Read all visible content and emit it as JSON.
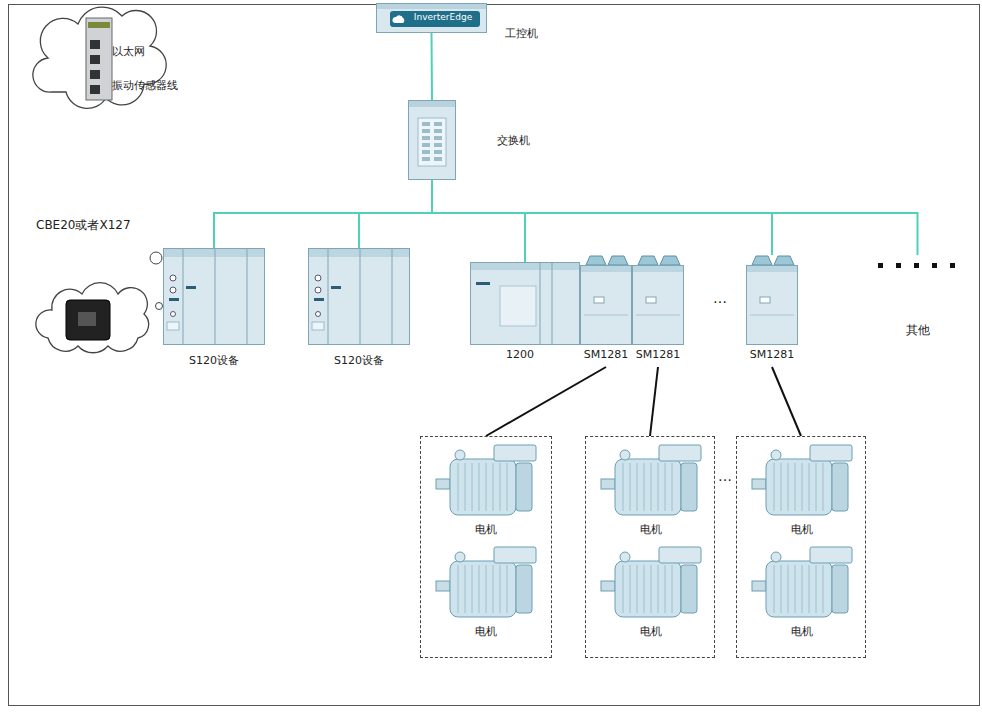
{
  "diagram": {
    "nodes": [
      {
        "text": [
          "InverterEdge",
          "工控机"
        ]
      },
      {
        "text": [
          "交换机"
        ]
      },
      {
        "text": [
          "S120设备"
        ]
      },
      {
        "text": [
          "S120设备"
        ]
      },
      {
        "text": [
          "1200"
        ]
      },
      {
        "text": [
          "SM1281"
        ]
      },
      {
        "text": [
          "SM1281"
        ]
      },
      {
        "text": [
          "SM1281"
        ]
      },
      {
        "text": [
          "其他"
        ]
      },
      {
        "text": []
      },
      {
        "text": [
          "电机"
        ],
        "in": 9
      },
      {
        "text": [
          "电机"
        ],
        "in": 9
      },
      {
        "text": []
      },
      {
        "text": [
          "电机"
        ],
        "in": 12
      },
      {
        "text": [
          "电机"
        ],
        "in": 12
      },
      {
        "text": []
      },
      {
        "text": [
          "电机"
        ],
        "in": 15
      },
      {
        "text": [
          "电机"
        ],
        "in": 15
      }
    ],
    "edges": [
      {
        "from": 0,
        "to": 1,
        "arrow": "none"
      },
      {
        "from": 1,
        "to": 2,
        "arrow": "none"
      },
      {
        "from": 1,
        "to": 3,
        "arrow": "none"
      },
      {
        "from": 1,
        "to": 4,
        "arrow": "none"
      },
      {
        "from": 1,
        "to": 7,
        "arrow": "none"
      },
      {
        "from": 1,
        "to": 8,
        "arrow": "none"
      },
      {
        "from": 5,
        "to": 9,
        "arrow": "none"
      },
      {
        "from": 6,
        "to": 12,
        "arrow": "none"
      },
      {
        "from": 7,
        "to": 15,
        "arrow": "none"
      }
    ],
    "labels": [
      "CBE20或者X127",
      "…",
      "…"
    ],
    "legend": [
      {
        "text": "以太网"
      },
      {
        "text": "振动传感器线"
      }
    ]
  }
}
